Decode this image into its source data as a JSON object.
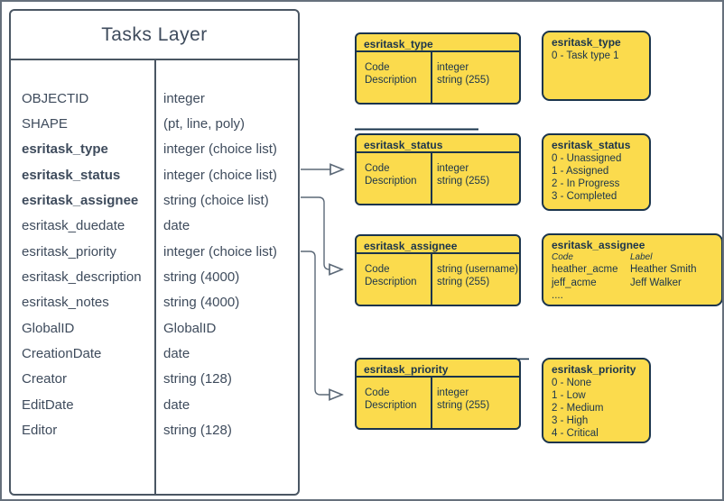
{
  "diagram": {
    "main_table": {
      "title": "Tasks Layer",
      "fields": [
        {
          "name": "OBJECTID",
          "type": "integer"
        },
        {
          "name": "SHAPE",
          "type": "(pt, line, poly)"
        },
        {
          "name": "esritask_type",
          "type": "integer (choice list)"
        },
        {
          "name": "esritask_status",
          "type": "integer (choice list)"
        },
        {
          "name": "esritask_assignee",
          "type": "string (choice list)"
        },
        {
          "name": "esritask_duedate",
          "type": "date"
        },
        {
          "name": "esritask_priority",
          "type": "integer (choice list)"
        },
        {
          "name": "esritask_description",
          "type": "string (4000)"
        },
        {
          "name": "esritask_notes",
          "type": "string (4000)"
        },
        {
          "name": "GlobalID",
          "type": "GlobalID"
        },
        {
          "name": "CreationDate",
          "type": "date"
        },
        {
          "name": "Creator",
          "type": "string (128)"
        },
        {
          "name": "EditDate",
          "type": "date"
        },
        {
          "name": "Editor",
          "type": "string (128)"
        }
      ]
    },
    "domain_tables": [
      {
        "title": "esritask_type",
        "fields": [
          {
            "name": "Code",
            "type": "integer"
          },
          {
            "name": "Description",
            "type": "string (255)"
          }
        ]
      },
      {
        "title": "esritask_status",
        "fields": [
          {
            "name": "Code",
            "type": "integer"
          },
          {
            "name": "Description",
            "type": "string (255)"
          }
        ]
      },
      {
        "title": "esritask_assignee",
        "fields": [
          {
            "name": "Code",
            "type": "string  (username)"
          },
          {
            "name": "Description",
            "type": "string (255)"
          }
        ]
      },
      {
        "title": "esritask_priority",
        "fields": [
          {
            "name": "Code",
            "type": "integer"
          },
          {
            "name": "Description",
            "type": "string (255)"
          }
        ]
      }
    ],
    "domain_values": [
      {
        "title": "esritask_type",
        "values": [
          "0 - Task type 1"
        ]
      },
      {
        "title": "esritask_status",
        "values": [
          "0 - Unassigned",
          "1 - Assigned",
          "2 - In Progress",
          "3 - Completed"
        ]
      },
      {
        "title": "esritask_assignee",
        "headers": [
          "Code",
          "Label"
        ],
        "rows": [
          [
            "heather_acme",
            "Heather Smith"
          ],
          [
            "jeff_acme",
            "Jeff Walker"
          ]
        ],
        "more": "...."
      },
      {
        "title": "esritask_priority",
        "values": [
          "0 - None",
          "1 - Low",
          "2 - Medium",
          "3 - High",
          "4 - Critical"
        ]
      }
    ],
    "colors": {
      "node_fill": "#fbdb4d",
      "node_border": "#1a344c",
      "table_border": "#4a5663",
      "table_text": "#3e4b5c",
      "connector": "#5b6877"
    }
  }
}
